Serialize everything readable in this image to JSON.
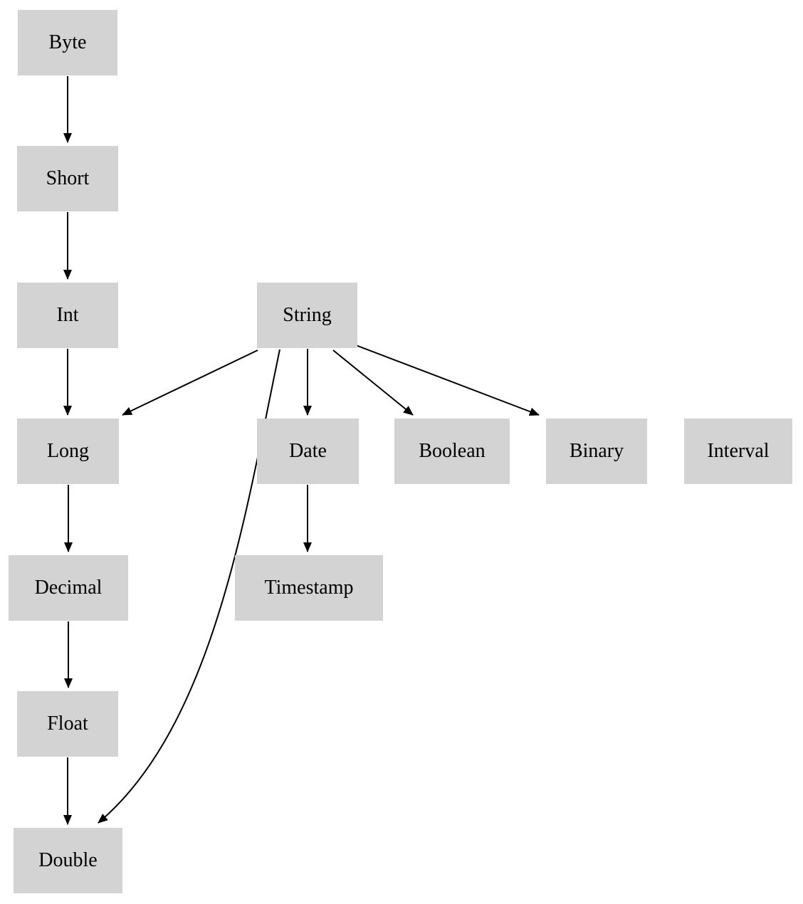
{
  "diagram": {
    "type": "directed-graph",
    "nodes": [
      {
        "id": "Byte",
        "label": "Byte"
      },
      {
        "id": "Short",
        "label": "Short"
      },
      {
        "id": "Int",
        "label": "Int"
      },
      {
        "id": "String",
        "label": "String"
      },
      {
        "id": "Long",
        "label": "Long"
      },
      {
        "id": "Date",
        "label": "Date"
      },
      {
        "id": "Boolean",
        "label": "Boolean"
      },
      {
        "id": "Binary",
        "label": "Binary"
      },
      {
        "id": "Interval",
        "label": "Interval"
      },
      {
        "id": "Decimal",
        "label": "Decimal"
      },
      {
        "id": "Timestamp",
        "label": "Timestamp"
      },
      {
        "id": "Float",
        "label": "Float"
      },
      {
        "id": "Double",
        "label": "Double"
      }
    ],
    "edges": [
      {
        "from": "Byte",
        "to": "Short"
      },
      {
        "from": "Short",
        "to": "Int"
      },
      {
        "from": "Int",
        "to": "Long"
      },
      {
        "from": "Long",
        "to": "Decimal"
      },
      {
        "from": "Decimal",
        "to": "Float"
      },
      {
        "from": "Float",
        "to": "Double"
      },
      {
        "from": "String",
        "to": "Long"
      },
      {
        "from": "String",
        "to": "Date"
      },
      {
        "from": "String",
        "to": "Boolean"
      },
      {
        "from": "String",
        "to": "Binary"
      },
      {
        "from": "String",
        "to": "Double"
      },
      {
        "from": "Date",
        "to": "Timestamp"
      }
    ],
    "colors": {
      "node_fill": "#d3d3d3",
      "edge": "#000000",
      "text": "#000000",
      "background": "#ffffff"
    }
  }
}
